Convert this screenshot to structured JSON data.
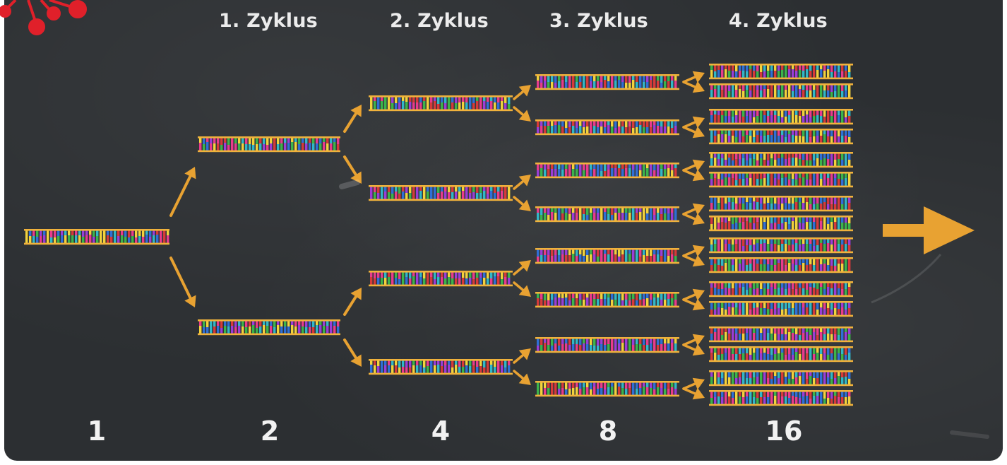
{
  "cycles": {
    "c1": "1. Zyklus",
    "c2": "2. Zyklus",
    "c3": "3. Zyklus",
    "c4": "4. Zyklus"
  },
  "counts": {
    "n0": "1",
    "n1": "2",
    "n2": "4",
    "n3": "8",
    "n4": "16"
  },
  "colors": {
    "board": "#2c2f32",
    "arrow": "#e8a232",
    "strand": "#f0b23c",
    "logo": "#e0202a"
  }
}
